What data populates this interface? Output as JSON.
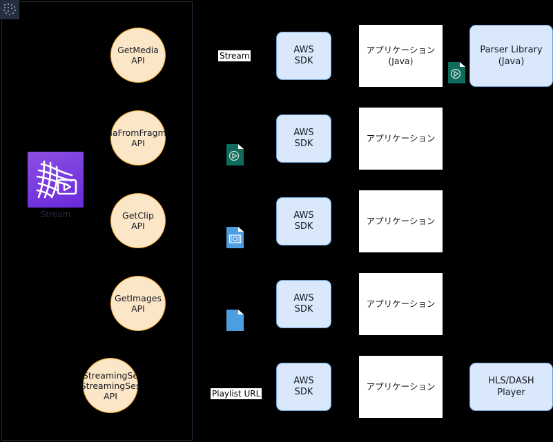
{
  "diagram": {
    "background_color": "#000000",
    "group": {
      "name": "aws-cloud-group",
      "border_color": "#232f3e",
      "icon_name": "aws-group-dots-icon"
    },
    "service": {
      "icon_name": "kinesis-video-streams-icon",
      "icon_color": "#7c3fe0",
      "label": "Stream"
    },
    "api_circles": [
      {
        "name": "get-media-api",
        "lines": [
          "GetMedia",
          "API"
        ]
      },
      {
        "name": "get-media-from-fragment-list-api",
        "lines": [
          "iaFromFragm",
          "API"
        ]
      },
      {
        "name": "get-clip-api",
        "lines": [
          "GetClip",
          "API"
        ]
      },
      {
        "name": "get-images-api",
        "lines": [
          "GetImages",
          "API"
        ]
      },
      {
        "name": "get-streaming-session-url-api",
        "lines": [
          "StreamingSe",
          "StreamingSes",
          "API"
        ]
      }
    ],
    "rows": [
      {
        "name": "row-get-media",
        "label": "Stream",
        "label_kind": "text",
        "icon_name": null,
        "sdk": [
          "AWS",
          "SDK"
        ],
        "app": [
          "アプリケーション",
          "(Java)"
        ],
        "connector_icon": "video-file-icon",
        "library": [
          "Parser Library",
          "(Java)"
        ]
      },
      {
        "name": "row-get-media-from-fragment-list",
        "label": null,
        "label_kind": "icon",
        "icon_name": "video-file-icon",
        "sdk": [
          "AWS",
          "SDK"
        ],
        "app": [
          "アプリケーション"
        ],
        "connector_icon": null,
        "library": null
      },
      {
        "name": "row-get-clip",
        "label": null,
        "label_kind": "icon",
        "icon_name": "image-file-icon",
        "sdk": [
          "AWS",
          "SDK"
        ],
        "app": [
          "アプリケーション"
        ],
        "connector_icon": null,
        "library": null
      },
      {
        "name": "row-get-images",
        "label": null,
        "label_kind": "icon",
        "icon_name": "blank-file-icon",
        "sdk": [
          "AWS",
          "SDK"
        ],
        "app": [
          "アプリケーション"
        ],
        "connector_icon": null,
        "library": null
      },
      {
        "name": "row-streaming-session-url",
        "label": "Playlist URL",
        "label_kind": "text",
        "icon_name": null,
        "sdk": [
          "AWS",
          "SDK"
        ],
        "app": [
          "アプリケーション"
        ],
        "connector_icon": null,
        "library": [
          "HLS/DASH",
          "Player"
        ]
      }
    ],
    "colors": {
      "api_circle_fill": "#fce6c8",
      "api_circle_stroke": "#e8a320",
      "box_fill": "#d9e8fb",
      "box_stroke": "#6b9fd4",
      "app_fill": "#ffffff",
      "video_icon": "#0f6b5c",
      "image_icon": "#4d9ee0"
    }
  }
}
